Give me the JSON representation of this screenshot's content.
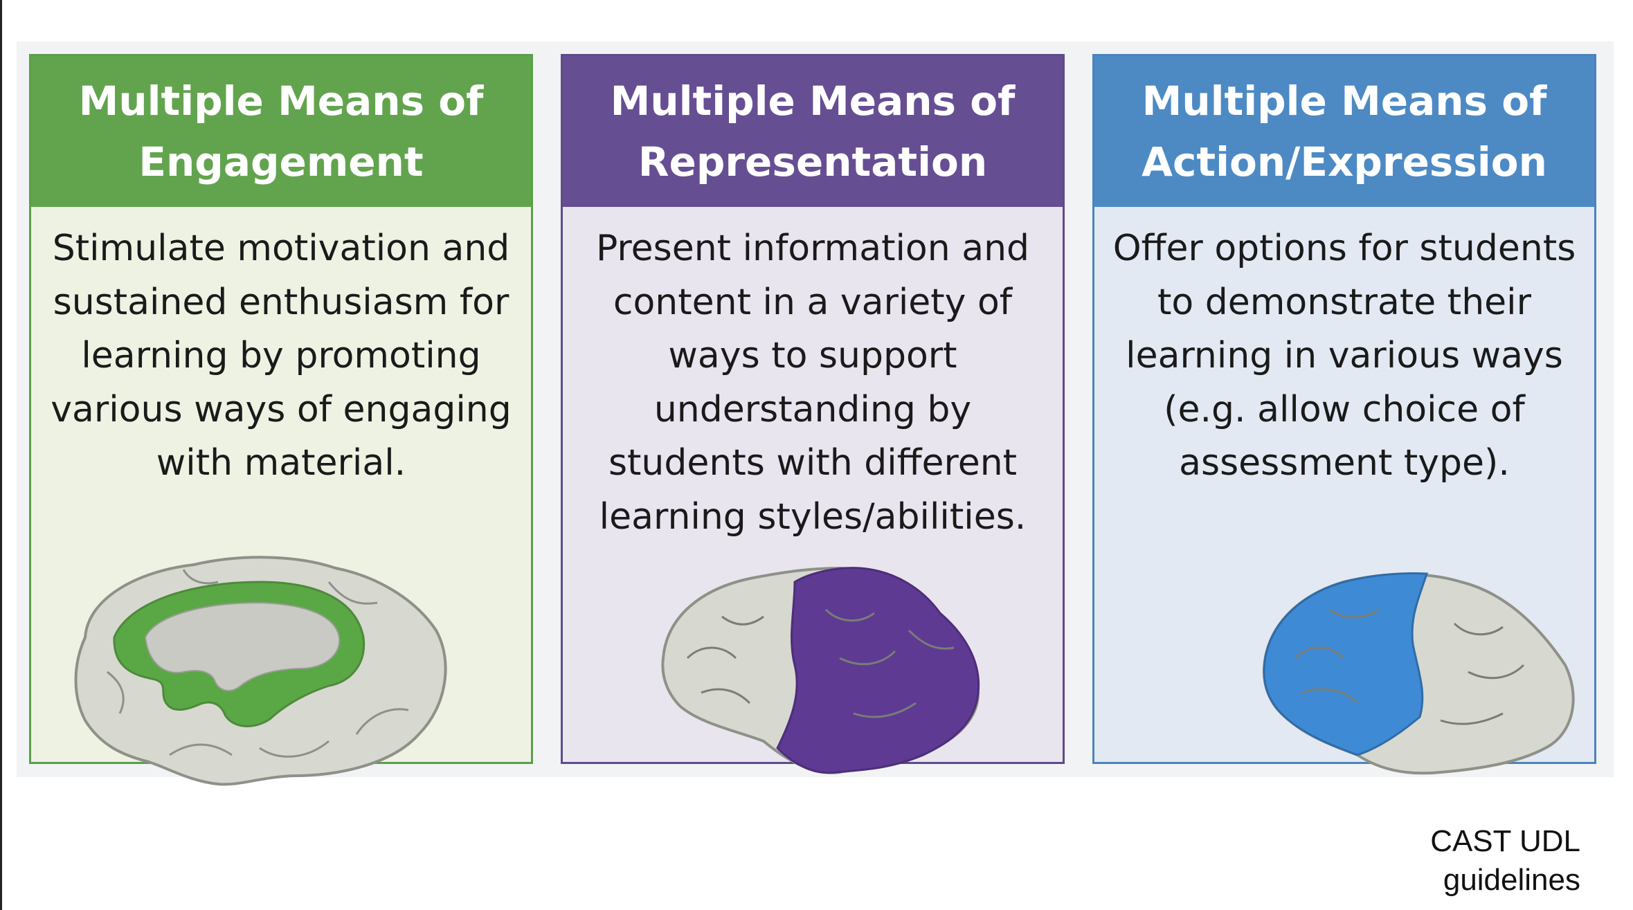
{
  "cards": [
    {
      "title": "Multiple Means of Engagement",
      "description": "Stimulate motivation and sustained enthusiasm for learning by promoting various ways of engaging with material.",
      "accent": "#62a44e",
      "body_bg": "#edf2e3",
      "icon": "brain-limbic-icon"
    },
    {
      "title": "Multiple Means of Representation",
      "description": "Present information and content in a variety of ways to support understanding by students with different learning styles/abilities.",
      "accent": "#664e93",
      "body_bg": "#e9e5ee",
      "icon": "brain-posterior-icon"
    },
    {
      "title": "Multiple Means of Action/Expression",
      "description": "Offer options for students to demonstrate their learning in various ways (e.g. allow choice of assessment type).",
      "accent": "#4d8ac4",
      "body_bg": "#e3e9f2",
      "icon": "brain-frontal-icon"
    }
  ],
  "caption": {
    "line1": "CAST UDL",
    "line2": "guidelines"
  }
}
